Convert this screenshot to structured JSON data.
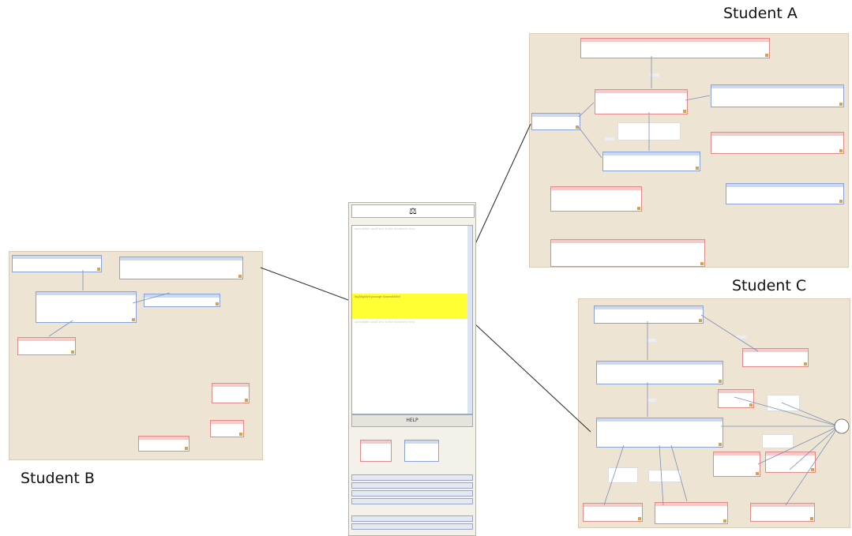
{
  "labels": {
    "student_a": "Student A",
    "student_b": "Student B",
    "student_c": "Student C"
  },
  "colors": {
    "workspace_bg": "#ede4d3",
    "claim_border": "#8aa3d6",
    "note_border": "#e08a8a",
    "highlight": "#ffff33"
  },
  "icons": {
    "toolbar": "gavel-icon",
    "edit": "pencil-icon",
    "combine": "circle-connector-icon"
  },
  "reader": {
    "help_label": "HELP",
    "passage_before": "unreadable small text in the document view",
    "passage_highlight": "highlighted passage (unreadable)",
    "passage_after": "unreadable small text in the document view"
  }
}
